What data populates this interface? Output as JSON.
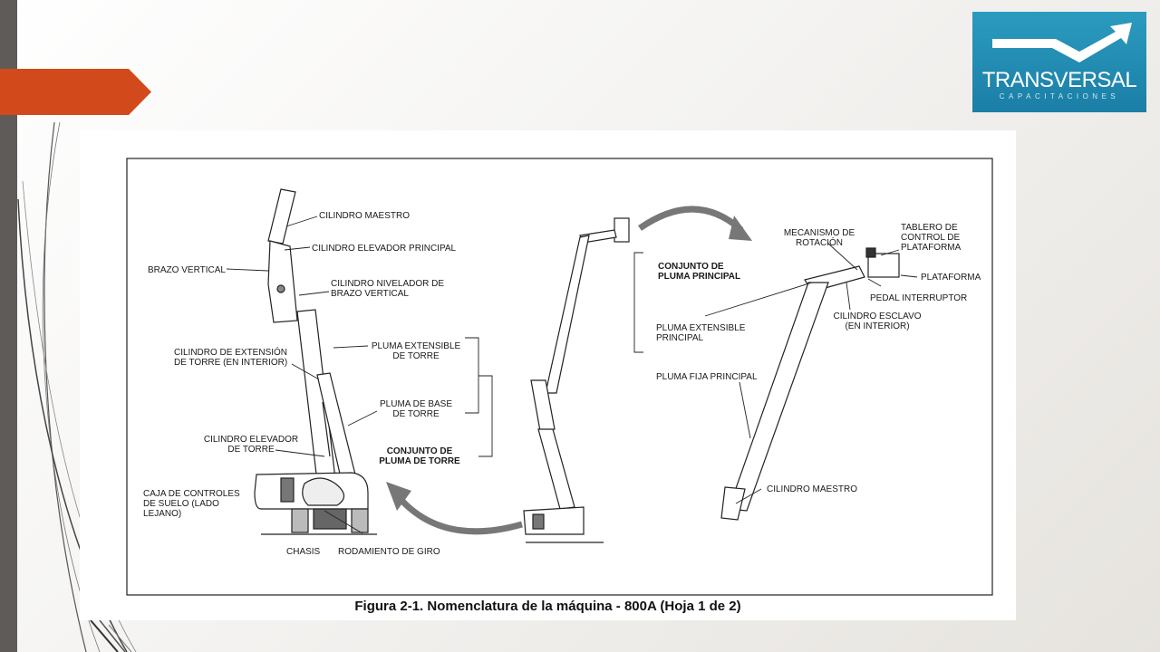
{
  "logo": {
    "name": "TRANSVERSAL",
    "subtitle": "CAPACITACIONES"
  },
  "figure": {
    "caption": "Figura 2-1. Nomenclatura de la máquina - 800A (Hoja 1 de 2)",
    "left_labels": {
      "cilindro_maestro": "CILINDRO MAESTRO",
      "cilindro_elevador_principal": "CILINDRO ELEVADOR PRINCIPAL",
      "brazo_vertical": "BRAZO VERTICAL",
      "cilindro_nivelador": "CILINDRO NIVELADOR DE\nBRAZO VERTICAL",
      "cilindro_extension_torre": "CILINDRO DE EXTENSIÓN\nDE TORRE (EN INTERIOR)",
      "pluma_extensible_torre": "PLUMA EXTENSIBLE\nDE TORRE",
      "pluma_base_torre": "PLUMA DE BASE\nDE TORRE",
      "cilindro_elevador_torre": "CILINDRO ELEVADOR\nDE TORRE",
      "conjunto_pluma_torre": "CONJUNTO DE\nPLUMA DE TORRE",
      "caja_controles": "CAJA DE CONTROLES\nDE SUELO (LADO\nLEJANO)",
      "chasis": "CHASIS",
      "rodamiento_giro": "RODAMIENTO DE GIRO"
    },
    "right_labels": {
      "conjunto_pluma_principal": "CONJUNTO DE\nPLUMA PRINCIPAL",
      "pluma_extensible_principal": "PLUMA EXTENSIBLE\nPRINCIPAL",
      "pluma_fija_principal": "PLUMA FIJA PRINCIPAL",
      "mecanismo_rotacion": "MECANISMO DE\nROTACIÓN",
      "tablero_control": "TABLERO DE\nCONTROL DE\nPLATAFORMA",
      "plataforma": "PLATAFORMA",
      "pedal_interruptor": "PEDAL INTERRUPTOR",
      "cilindro_esclavo": "CILINDRO ESCLAVO\n(EN INTERIOR)",
      "cilindro_maestro": "CILINDRO MAESTRO"
    }
  },
  "colors": {
    "accent_orange": "#d24a1c",
    "sidebar_gray": "#5e5b59",
    "logo_blue": "#1f8ab3",
    "line_ink": "#222222"
  }
}
